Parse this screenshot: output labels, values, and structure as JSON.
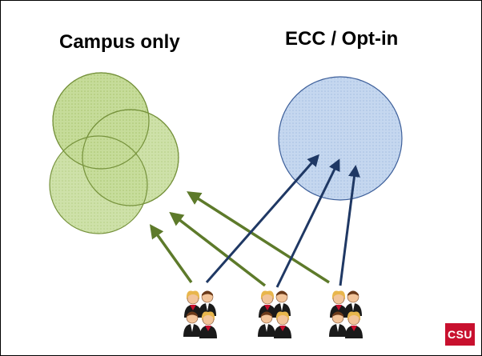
{
  "groups": {
    "left_label": "Campus only",
    "right_label": "ECC / Opt-in"
  },
  "colors": {
    "campus_fill": "#c6dc9a",
    "campus_stroke": "#76923c",
    "ecc_fill": "#c5d7ef",
    "ecc_stroke": "#3d5f9a",
    "green_arrow": "#5d7a2a",
    "blue_arrow": "#1f3864"
  },
  "logo": {
    "text": "CSU",
    "color": "#c8102e"
  },
  "icons": [
    "people-group-icon",
    "people-group-icon",
    "people-group-icon"
  ]
}
